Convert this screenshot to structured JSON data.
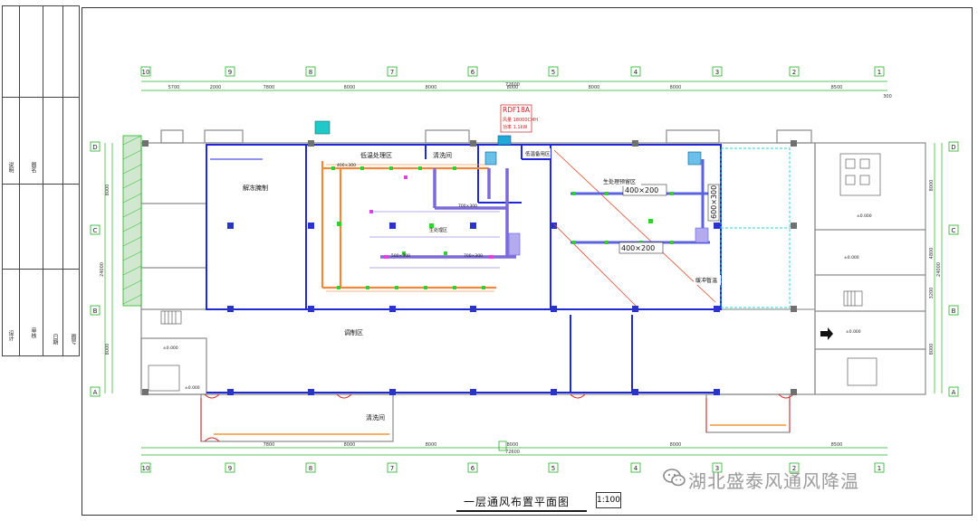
{
  "drawing": {
    "title": "一层通风布置平面图",
    "scale": "1:100",
    "watermark": "湖北盛泰风通风降温"
  },
  "title_block": {
    "cells": [
      "说明",
      "图名",
      "设计",
      "审核",
      "日期",
      "图号"
    ]
  },
  "axes": {
    "vertical": [
      "10",
      "9",
      "8",
      "7",
      "6",
      "5",
      "4",
      "3",
      "2",
      "1"
    ],
    "horizontal": [
      "D",
      "C",
      "B",
      "A"
    ]
  },
  "dimensions": {
    "overall": "72600",
    "top_spans": [
      "5700",
      "2000",
      "7800",
      "8000",
      "8000",
      "8000",
      "8000",
      "8000",
      "8500"
    ],
    "bottom_spans": [
      "7800",
      "8000",
      "8000",
      "8000",
      "8000",
      "8500"
    ],
    "left_side": [
      "8000",
      "24000",
      "8000"
    ],
    "right_side": [
      "4800",
      "24000",
      "3200",
      "8000"
    ],
    "right_edge": "300"
  },
  "equipment": {
    "unit_name": "RDF18A",
    "unit_airflow": "风量 18000CMH",
    "unit_power": "功率 1.1kW"
  },
  "rooms": [
    {
      "label": "解冻腌制"
    },
    {
      "label": "低温处理区"
    },
    {
      "label": "清洗间"
    },
    {
      "label": "生处理区"
    },
    {
      "label": "低温备用区"
    },
    {
      "label": "生处理预留区"
    },
    {
      "label": "缓冲暂温"
    },
    {
      "label": "调制区"
    },
    {
      "label": "清洗间"
    }
  ],
  "duct_labels": [
    "400×200",
    "400×200",
    "600×300",
    "700×300",
    "500×300",
    "700×300",
    "400×300"
  ],
  "elevation_tags": [
    "±0.000",
    "±0.000",
    "±0.000",
    "±0.000",
    "±0.000"
  ]
}
